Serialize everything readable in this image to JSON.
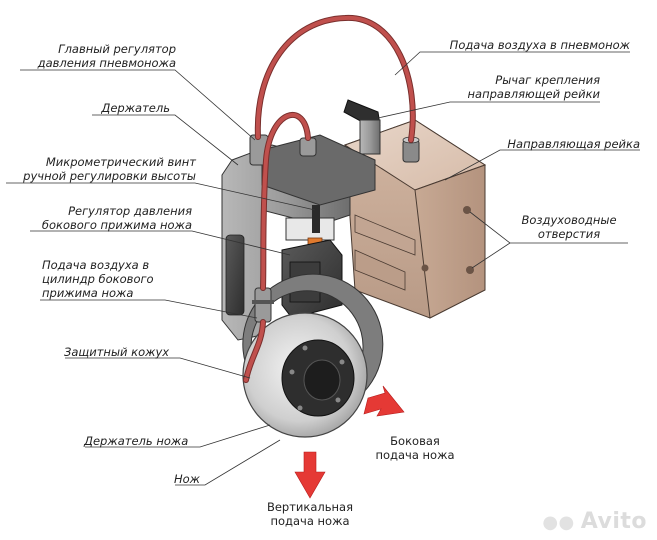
{
  "labels": {
    "main_regulator": [
      "Главный регулятор",
      "давления пневмоножа"
    ],
    "holder": "Держатель",
    "micrometer_screw": [
      "Микрометрический винт",
      "ручной регулировки высоты"
    ],
    "side_clamp_regulator": [
      "Регулятор давления",
      "бокового прижима ножа"
    ],
    "air_to_cylinder": [
      "Подача воздуха в",
      "цилиндр бокового",
      "прижима ножа"
    ],
    "guard": "Защитный кожух",
    "knife_holder": "Держатель ножа",
    "knife": "Нож",
    "air_supply": "Подача воздуха в пневмонож",
    "rail_lever": [
      "Рычаг крепления",
      "направляющей рейки"
    ],
    "guide_rail": "Направляющая рейка",
    "air_holes": [
      "Воздуховодные",
      "отверстия"
    ],
    "side_feed": [
      "Боковая",
      "подача ножа"
    ],
    "vertical_feed": [
      "Вертикальная",
      "подача ножа"
    ]
  },
  "watermark": "Avito",
  "colors": {
    "hose": "#c0504d",
    "arrow": "#e53935",
    "block": "#d9bfae",
    "metal": "#8c8c8c",
    "dark": "#3a3a3a"
  },
  "icons": {
    "watermark_dots": "avito-dots-icon"
  }
}
